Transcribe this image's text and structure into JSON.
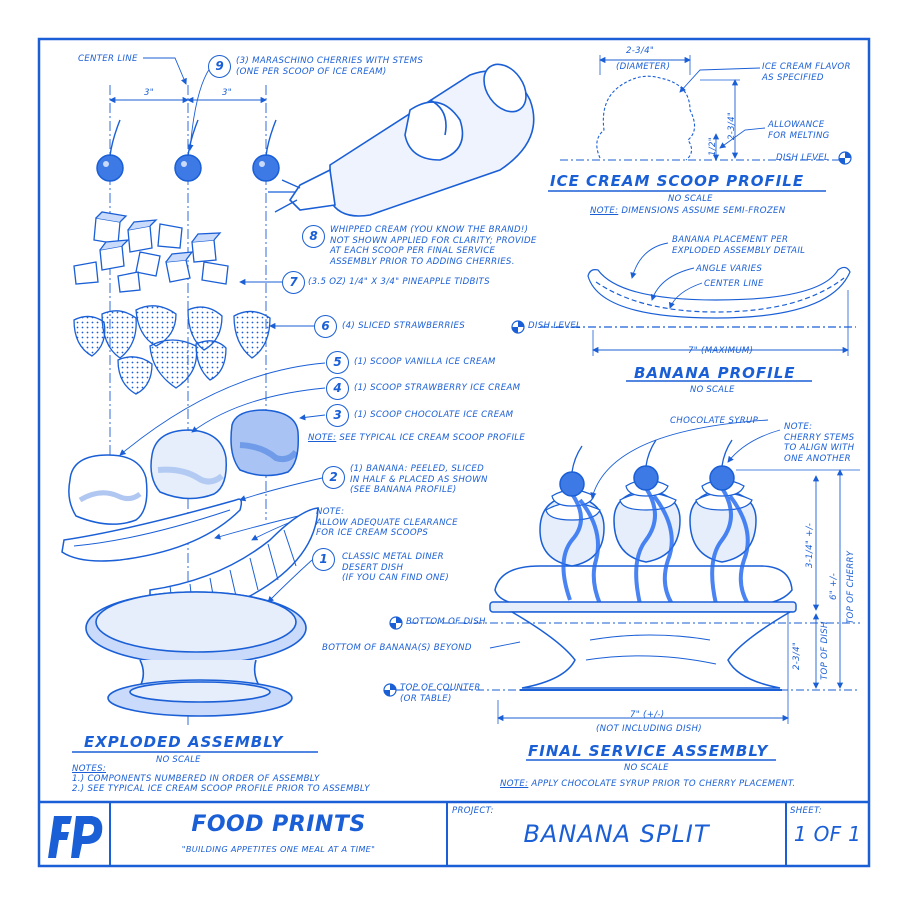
{
  "header": {
    "center_line": "CENTER LINE",
    "spacing_left": "3\"",
    "spacing_right": "3\""
  },
  "exploded": {
    "title": "EXPLODED ASSEMBLY",
    "scale": "NO SCALE",
    "notes_heading": "NOTES:",
    "notes": [
      "1.) COMPONENTS NUMBERED IN ORDER OF ASSEMBLY",
      "2.) SEE TYPICAL ICE CREAM SCOOP PROFILE PRIOR TO ASSEMBLY"
    ],
    "callouts": [
      {
        "num": "9",
        "text": "(3) MARASCHINO CHERRIES WITH STEMS\n(ONE PER SCOOP OF ICE CREAM)"
      },
      {
        "num": "8",
        "text": "WHIPPED CREAM (YOU KNOW THE BRAND!)\nNOT SHOWN APPLIED FOR CLARITY; PROVIDE\nAT EACH SCOOP PER FINAL SERVICE\nASSEMBLY PRIOR TO ADDING CHERRIES."
      },
      {
        "num": "7",
        "text": "(3.5 OZ) 1/4\" X 3/4\" PINEAPPLE TIDBITS"
      },
      {
        "num": "6",
        "text": "(4) SLICED STRAWBERRIES"
      },
      {
        "num": "5",
        "text": "(1) SCOOP VANILLA ICE CREAM"
      },
      {
        "num": "4",
        "text": "(1) SCOOP STRAWBERRY ICE CREAM"
      },
      {
        "num": "3",
        "text": "(1) SCOOP CHOCOLATE ICE CREAM"
      },
      {
        "num": "2",
        "text": "(1) BANANA: PEELED, SLICED\nIN HALF & PLACED AS SHOWN\n(SEE BANANA PROFILE)"
      },
      {
        "num": "1",
        "text": "CLASSIC METAL DINER\nDESERT DISH\n(IF YOU CAN FIND ONE)"
      }
    ],
    "note3_label": "NOTE:",
    "note3": " SEE TYPICAL ICE CREAM SCOOP PROFILE",
    "clearance_note": "NOTE:\nALLOW ADEQUATE CLEARANCE\nFOR ICE CREAM SCOOPS"
  },
  "scoop_profile": {
    "title": "ICE CREAM SCOOP PROFILE",
    "scale": "NO SCALE",
    "note_label": "NOTE:",
    "note": " DIMENSIONS ASSUME SEMI-FROZEN",
    "dim_width": "2-3/4\"",
    "dim_width_label": "(DIAMETER)",
    "dim_height": "2-3/4\"",
    "dim_melt": "1/2\"",
    "flavor": "ICE CREAM FLAVOR\nAS SPECIFIED",
    "melting": "ALLOWANCE\nFOR MELTING",
    "dish_level": "DISH LEVEL"
  },
  "banana_profile": {
    "title": "BANANA PROFILE",
    "scale": "NO SCALE",
    "placement": "BANANA PLACEMENT PER\nEXPLODED ASSEMBLY DETAIL",
    "angle": "ANGLE VARIES",
    "center": "CENTER LINE",
    "dish_level": "DISH LEVEL",
    "dim": "7\" (MAXIMUM)"
  },
  "final": {
    "title": "FINAL SERVICE ASSEMBLY",
    "scale": "NO SCALE",
    "note_label": "NOTE:",
    "note": " APPLY CHOCOLATE SYRUP PRIOR TO CHERRY PLACEMENT.",
    "syrup": "CHOCOLATE SYRUP",
    "stems": "NOTE:\nCHERRY STEMS\nTO ALIGN WITH\nONE ANOTHER",
    "bottom_dish": "BOTTOM OF DISH",
    "bottom_banana": "BOTTOM OF BANANA(S) BEYOND",
    "counter": "TOP OF COUNTER\n(OR TABLE)",
    "dim_width": "7\" (+/-)",
    "dim_width_label": "(NOT INCLUDING DISH)",
    "dim_h1": "3-1/4\" +/-",
    "dim_h2": "6\" +/-",
    "top_cherry": "TOP OF CHERRY",
    "dim_h3": "2-3/4\"",
    "top_dish": "TOP OF DISH"
  },
  "titleblock": {
    "logo": "FP",
    "company": "FOOD PRINTS",
    "tagline": "\"BUILDING APPETITES ONE MEAL AT A TIME\"",
    "project_label": "PROJECT:",
    "project": "BANANA SPLIT",
    "sheet_label": "SHEET:",
    "sheet": "1 OF 1"
  },
  "colors": {
    "ink": "#1a5fd6",
    "light": "#c9dafa",
    "mid": "#8fb0f0"
  }
}
